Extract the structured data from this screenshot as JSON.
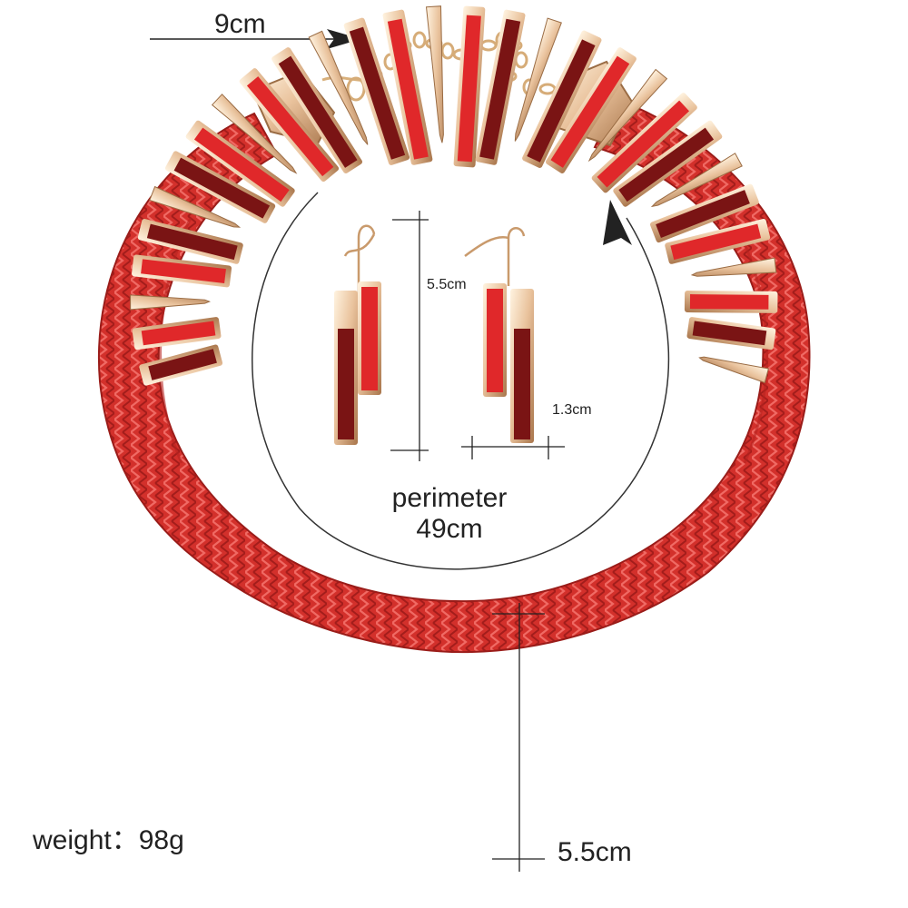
{
  "labels": {
    "clasp_width": "9cm",
    "earring_length": "5.5cm",
    "earring_width": "1.3cm",
    "perimeter_word": "perimeter",
    "perimeter_value": "49cm",
    "weight": "weight：98g",
    "pendant_length": "5.5cm"
  },
  "colors": {
    "cord": "#d3302b",
    "cord_light": "#e85a55",
    "cord_dark": "#a31d1b",
    "gold": "#e8c39a",
    "gold_dark": "#b8865a",
    "enamel_red": "#e0282a",
    "enamel_wine": "#7a1414",
    "ink": "#222222"
  }
}
